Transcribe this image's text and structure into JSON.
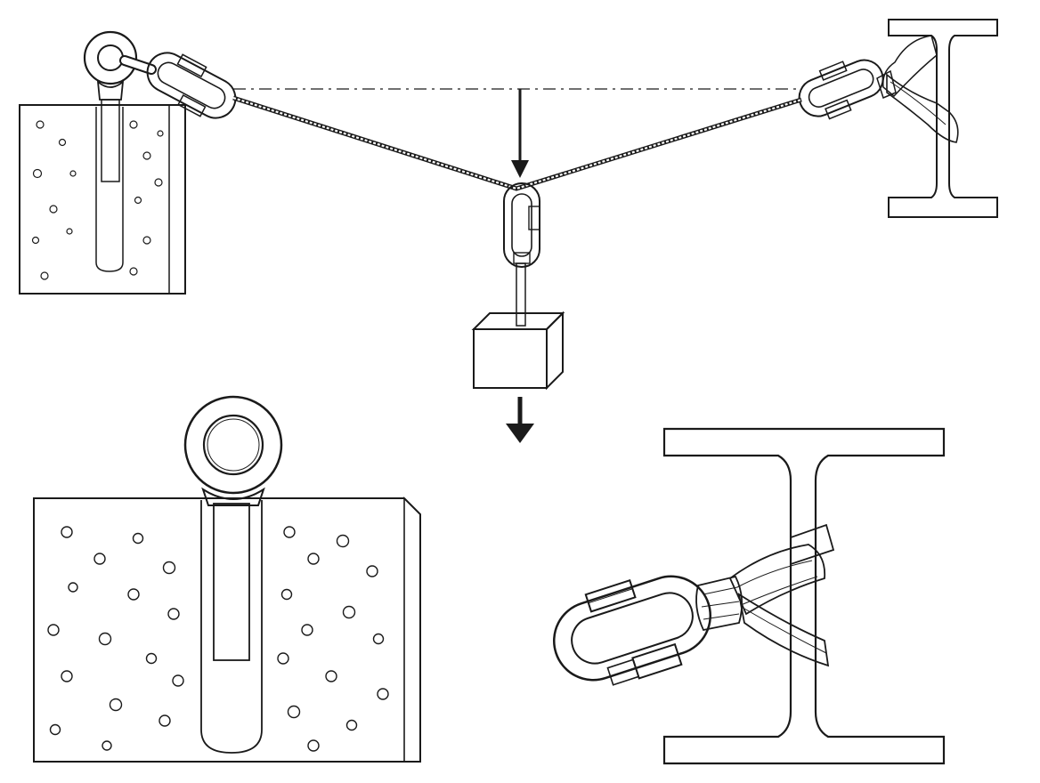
{
  "figure": {
    "background": "#ffffff",
    "ink_color": "#1a1a1a",
    "elements": [
      "concrete-block-eyebolt-anchor",
      "carabiner",
      "wire-rope",
      "i-beam-sling-anchor",
      "hanging-weight",
      "load-arrow",
      "detail-eyebolt-in-concrete",
      "detail-i-beam-sling-with-carabiner"
    ]
  }
}
